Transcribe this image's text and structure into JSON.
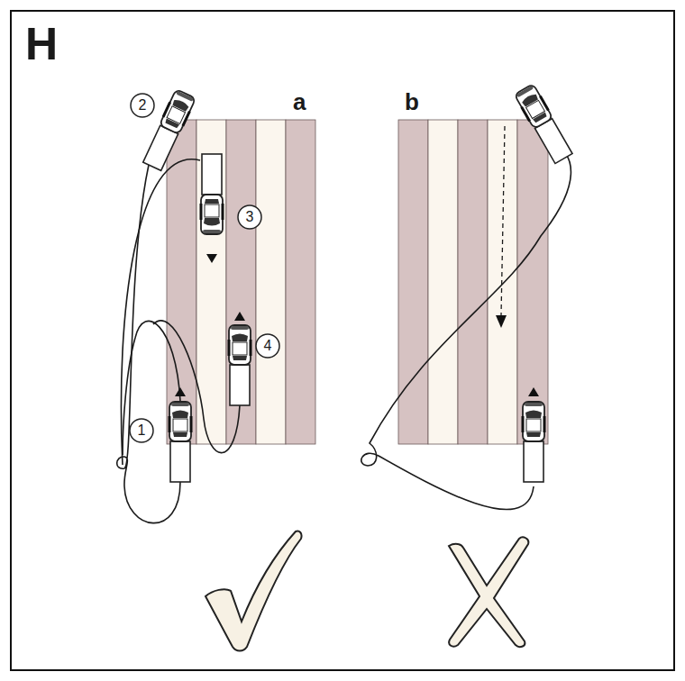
{
  "diagram": {
    "title": "H",
    "nodes": [
      {
        "text": [
          "2"
        ]
      },
      {
        "text": [
          "3"
        ]
      },
      {
        "text": [
          "4"
        ]
      },
      {
        "text": [
          "1"
        ]
      }
    ],
    "labels": [
      "a",
      "b"
    ]
  }
}
